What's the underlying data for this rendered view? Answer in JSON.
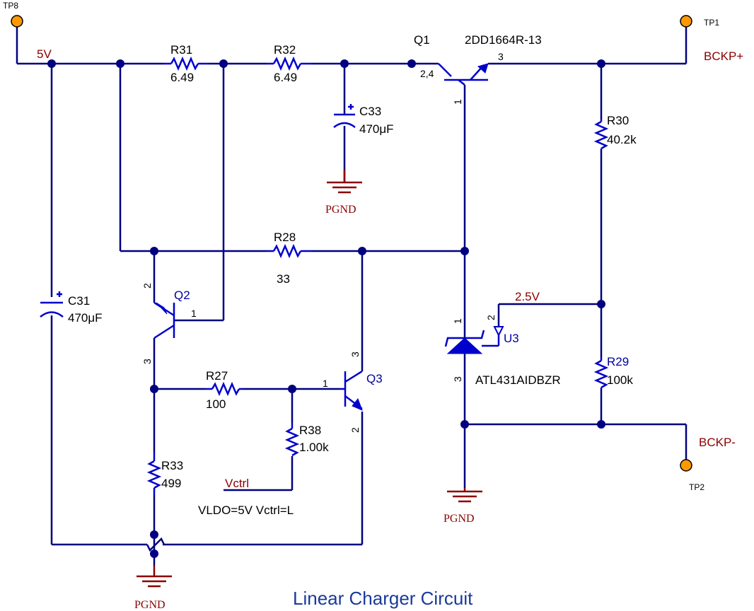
{
  "title": "Linear Charger Circuit",
  "nets": {
    "supply": "5V",
    "ref": "2.5V",
    "out_pos": "BCKP+",
    "out_neg": "BCKP-",
    "ctrl": "Vctrl",
    "ground": "PGND"
  },
  "test_points": {
    "tp8": "TP8",
    "tp1": "TP1",
    "tp2": "TP2"
  },
  "components": {
    "r31": {
      "ref": "R31",
      "value": "6.49"
    },
    "r32": {
      "ref": "R32",
      "value": "6.49"
    },
    "r28": {
      "ref": "R28",
      "value": "33"
    },
    "r27": {
      "ref": "R27",
      "value": "100"
    },
    "r38": {
      "ref": "R38",
      "value": "1.00k"
    },
    "r33": {
      "ref": "R33",
      "value": "499"
    },
    "r30": {
      "ref": "R30",
      "value": "40.2k"
    },
    "r29": {
      "ref": "R29",
      "value": "100k"
    },
    "c33": {
      "ref": "C33",
      "value": "470μF"
    },
    "c31": {
      "ref": "C31",
      "value": "470μF"
    },
    "q1": {
      "ref": "Q1",
      "value": "2DD1664R-13"
    },
    "q2": {
      "ref": "Q2"
    },
    "q3": {
      "ref": "Q3"
    },
    "u3": {
      "ref": "U3",
      "value": "ATL431AIDBZR"
    }
  },
  "pins": {
    "q1_base": "2,4",
    "q1_collector": "3",
    "q1_emitter": "1",
    "q2_emitter": "2",
    "q2_base": "1",
    "q2_collector": "3",
    "q3_collector": "3",
    "q3_base": "1",
    "q3_emitter": "2",
    "u3_cathode": "1",
    "u3_ref": "2",
    "u3_anode": "3"
  },
  "note": "VLDO=5V Vctrl=L",
  "colors": {
    "wire": "#000080",
    "component": "#0000cd",
    "net_label": "#8b0000",
    "ground": "#8b0000",
    "test_point": "#ff9900",
    "title": "#1a3a99"
  }
}
